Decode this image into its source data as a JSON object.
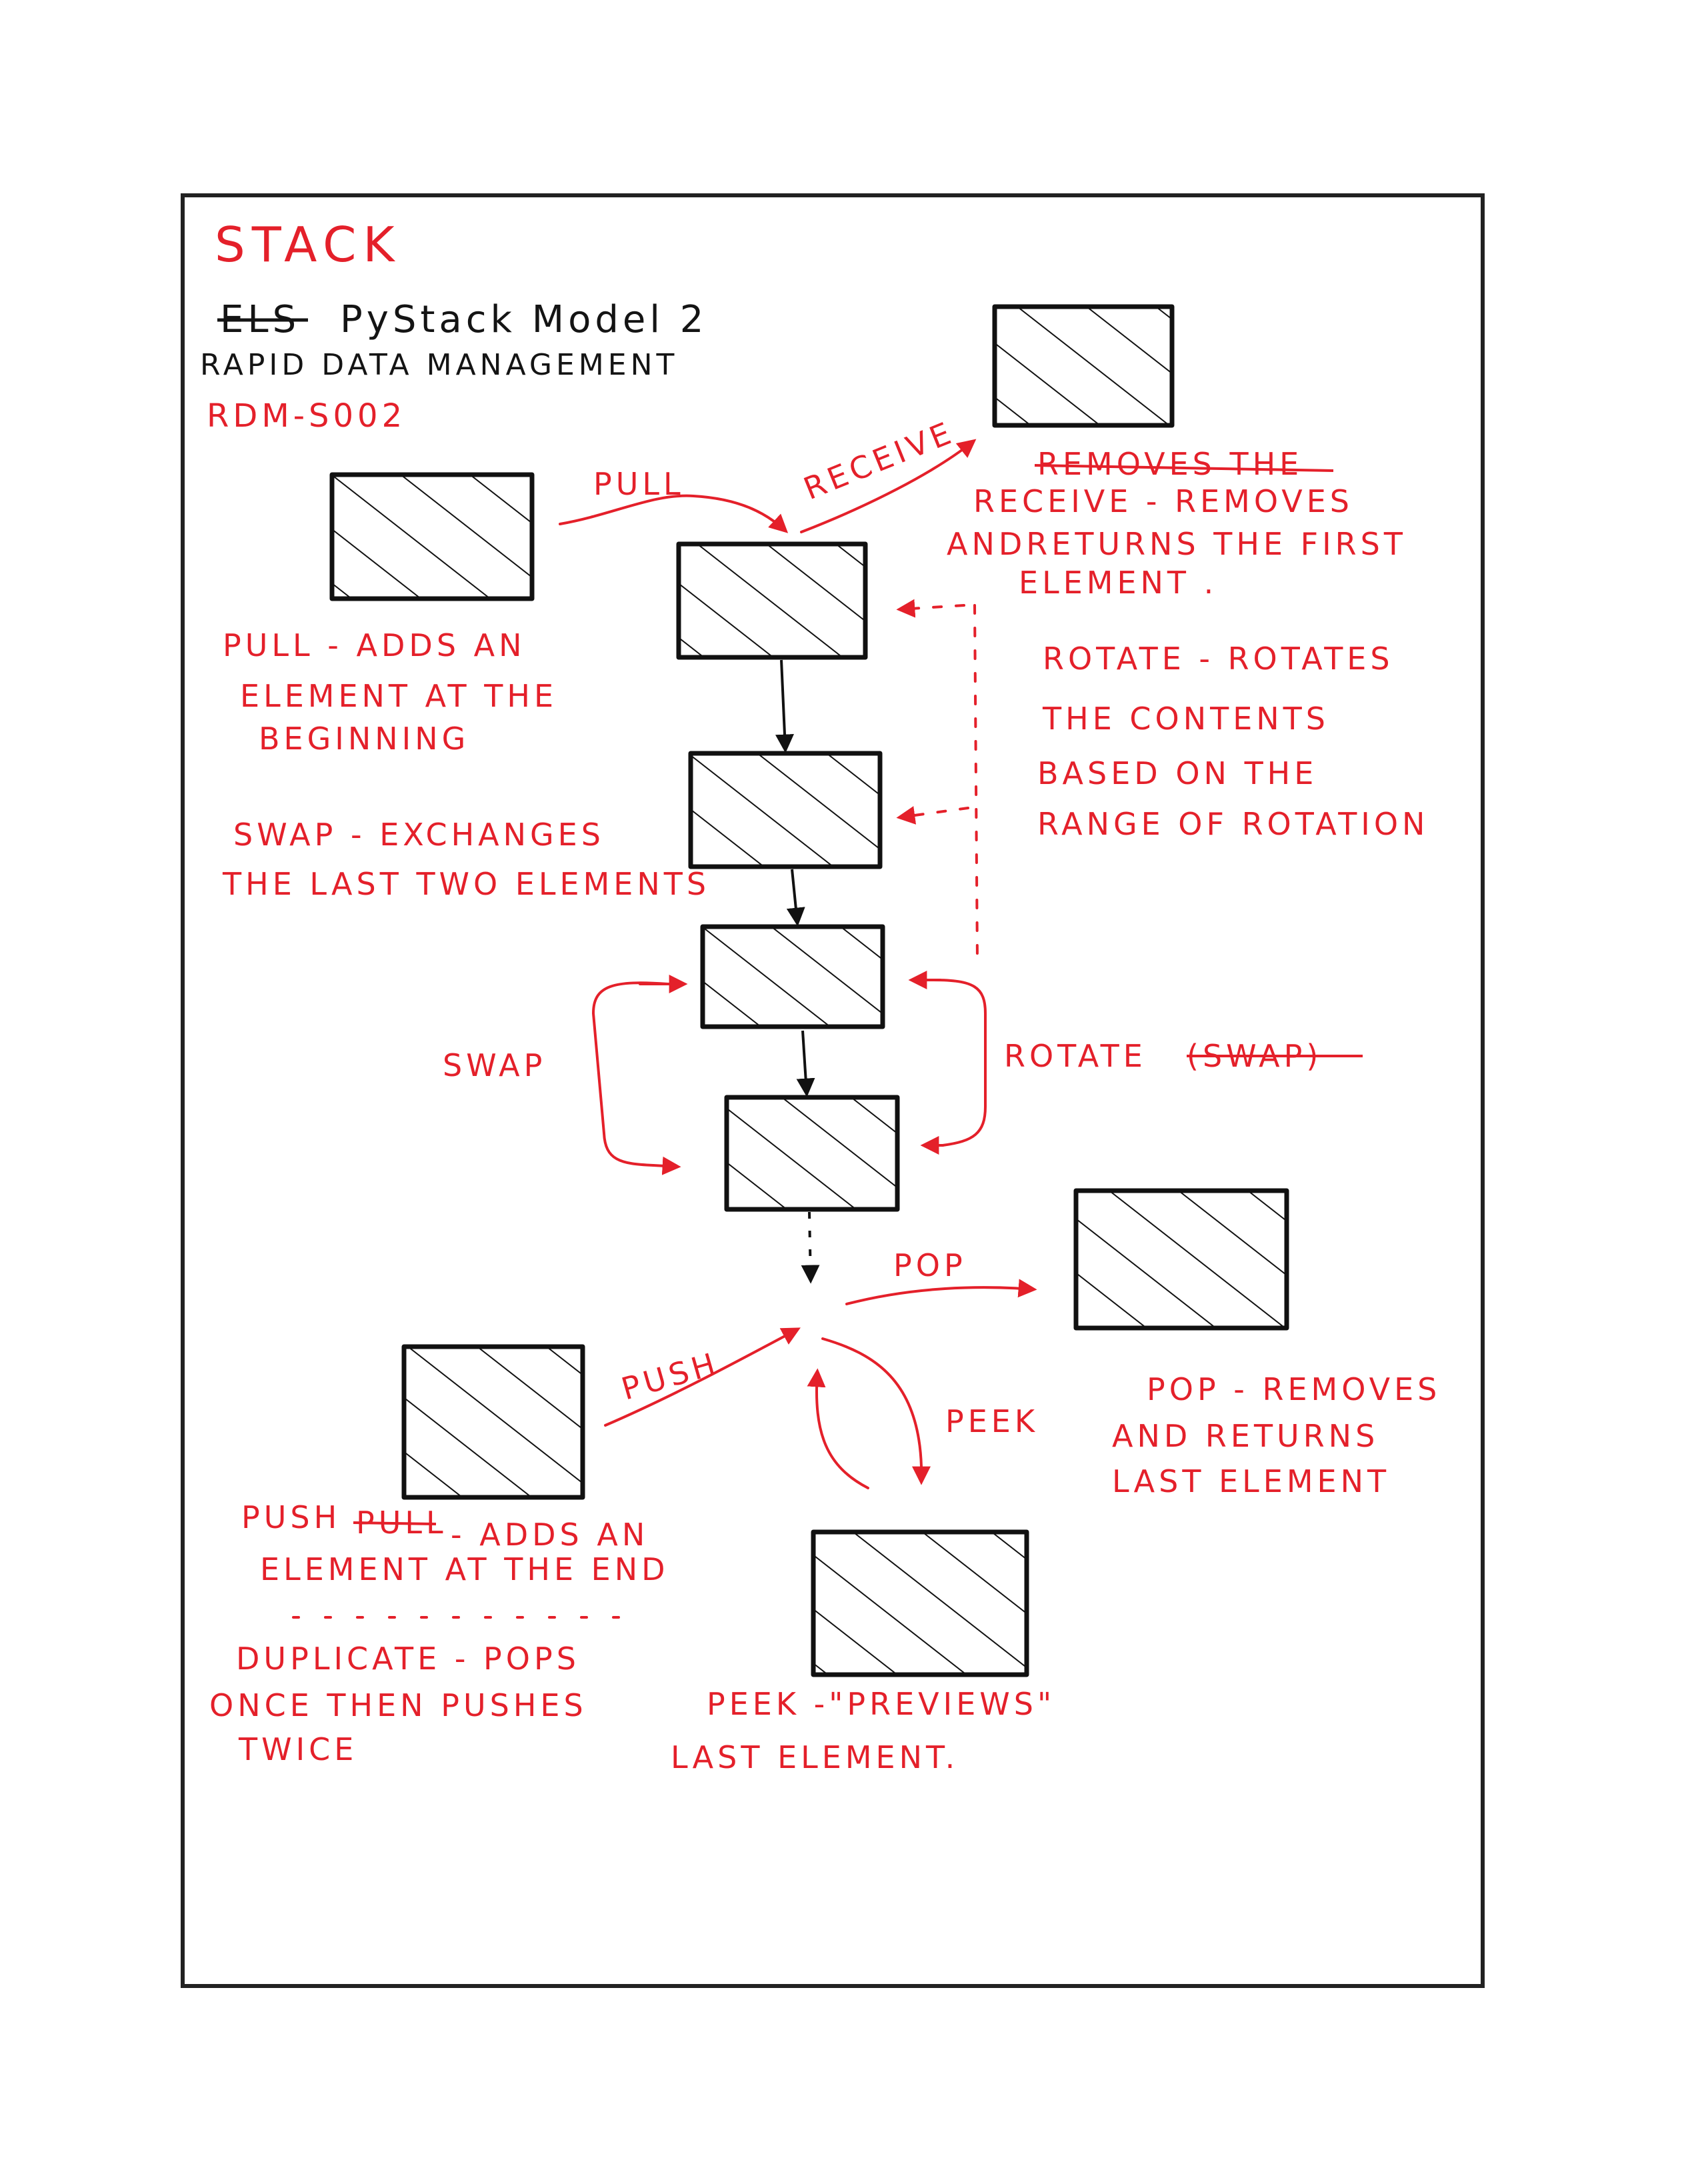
{
  "colors": {
    "ink": "#111111",
    "red_ink": "#e4202a",
    "paper": "#ffffff"
  },
  "heading": {
    "title": "STACK",
    "model_prefix_struck": "ELS",
    "model_name": "PyStack Model 2",
    "subtitle": "RAPID DATA MANAGEMENT",
    "code": "RDM-S002"
  },
  "arrows": {
    "pull": "PULL",
    "receive": "RECEIVE",
    "pop": "POP",
    "push": "PUSH",
    "peek": "PEEK",
    "swap": "SWAP",
    "rotate": "ROTATE",
    "rotate_struck": "(SWAP)"
  },
  "notes": {
    "receive_struck": "REMOVES THE",
    "receive": [
      "RECEIVE - REMOVES",
      "ANDRETURNS THE FIRST",
      "ELEMENT ."
    ],
    "pull": [
      "PULL - ADDS AN",
      "ELEMENT AT THE",
      "BEGINNING"
    ],
    "rotate": [
      "ROTATE - ROTATES",
      "THE CONTENTS",
      "BASED ON THE",
      "RANGE OF ROTATION"
    ],
    "swap": [
      "SWAP - EXCHANGES",
      "THE LAST TWO ELEMENTS"
    ],
    "pop": [
      "POP - REMOVES",
      "AND RETURNS",
      "LAST ELEMENT"
    ],
    "push_prefix": "PUSH",
    "push_struck": "PULL",
    "push_rest": "- ADDS AN",
    "push_line2": "ELEMENT AT THE END",
    "duplicate": [
      "DUPLICATE - POPS",
      "ONCE THEN PUSHES",
      "TWICE"
    ],
    "peek": [
      "PEEK -\"PREVIEWS\"",
      "LAST ELEMENT."
    ]
  },
  "icons": {
    "element_box": "hatched-rectangle",
    "arrow": "arrow-icon"
  }
}
